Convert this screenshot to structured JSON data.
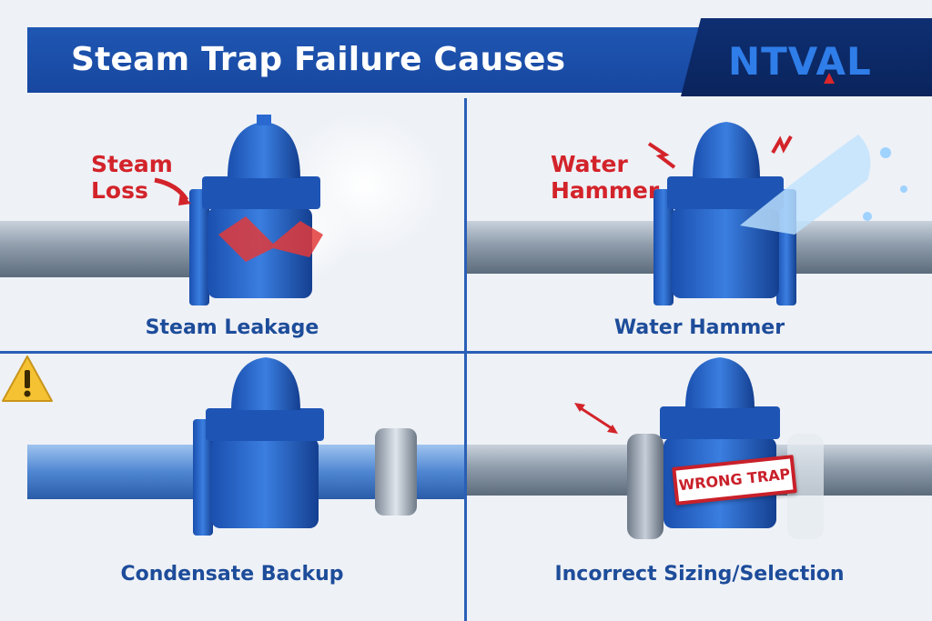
{
  "header": {
    "title": "Steam Trap Failure Causes",
    "logo": "NTVAL"
  },
  "panels": [
    {
      "caption": "Steam Leakage",
      "callout": [
        "Steam",
        "Loss"
      ]
    },
    {
      "caption": "Water Hammer",
      "callout": [
        "Water",
        "Hammer"
      ]
    },
    {
      "caption": "Condensate Backup",
      "icon": "warning-triangle-icon"
    },
    {
      "caption": "Incorrect Sizing/Selection",
      "tag": "WRONG TRAP"
    }
  ],
  "colors": {
    "brand_blue": "#1f57b3",
    "logo_dark": "#0e2f73",
    "alert_red": "#d3232a",
    "warning_yellow": "#f5c233"
  }
}
